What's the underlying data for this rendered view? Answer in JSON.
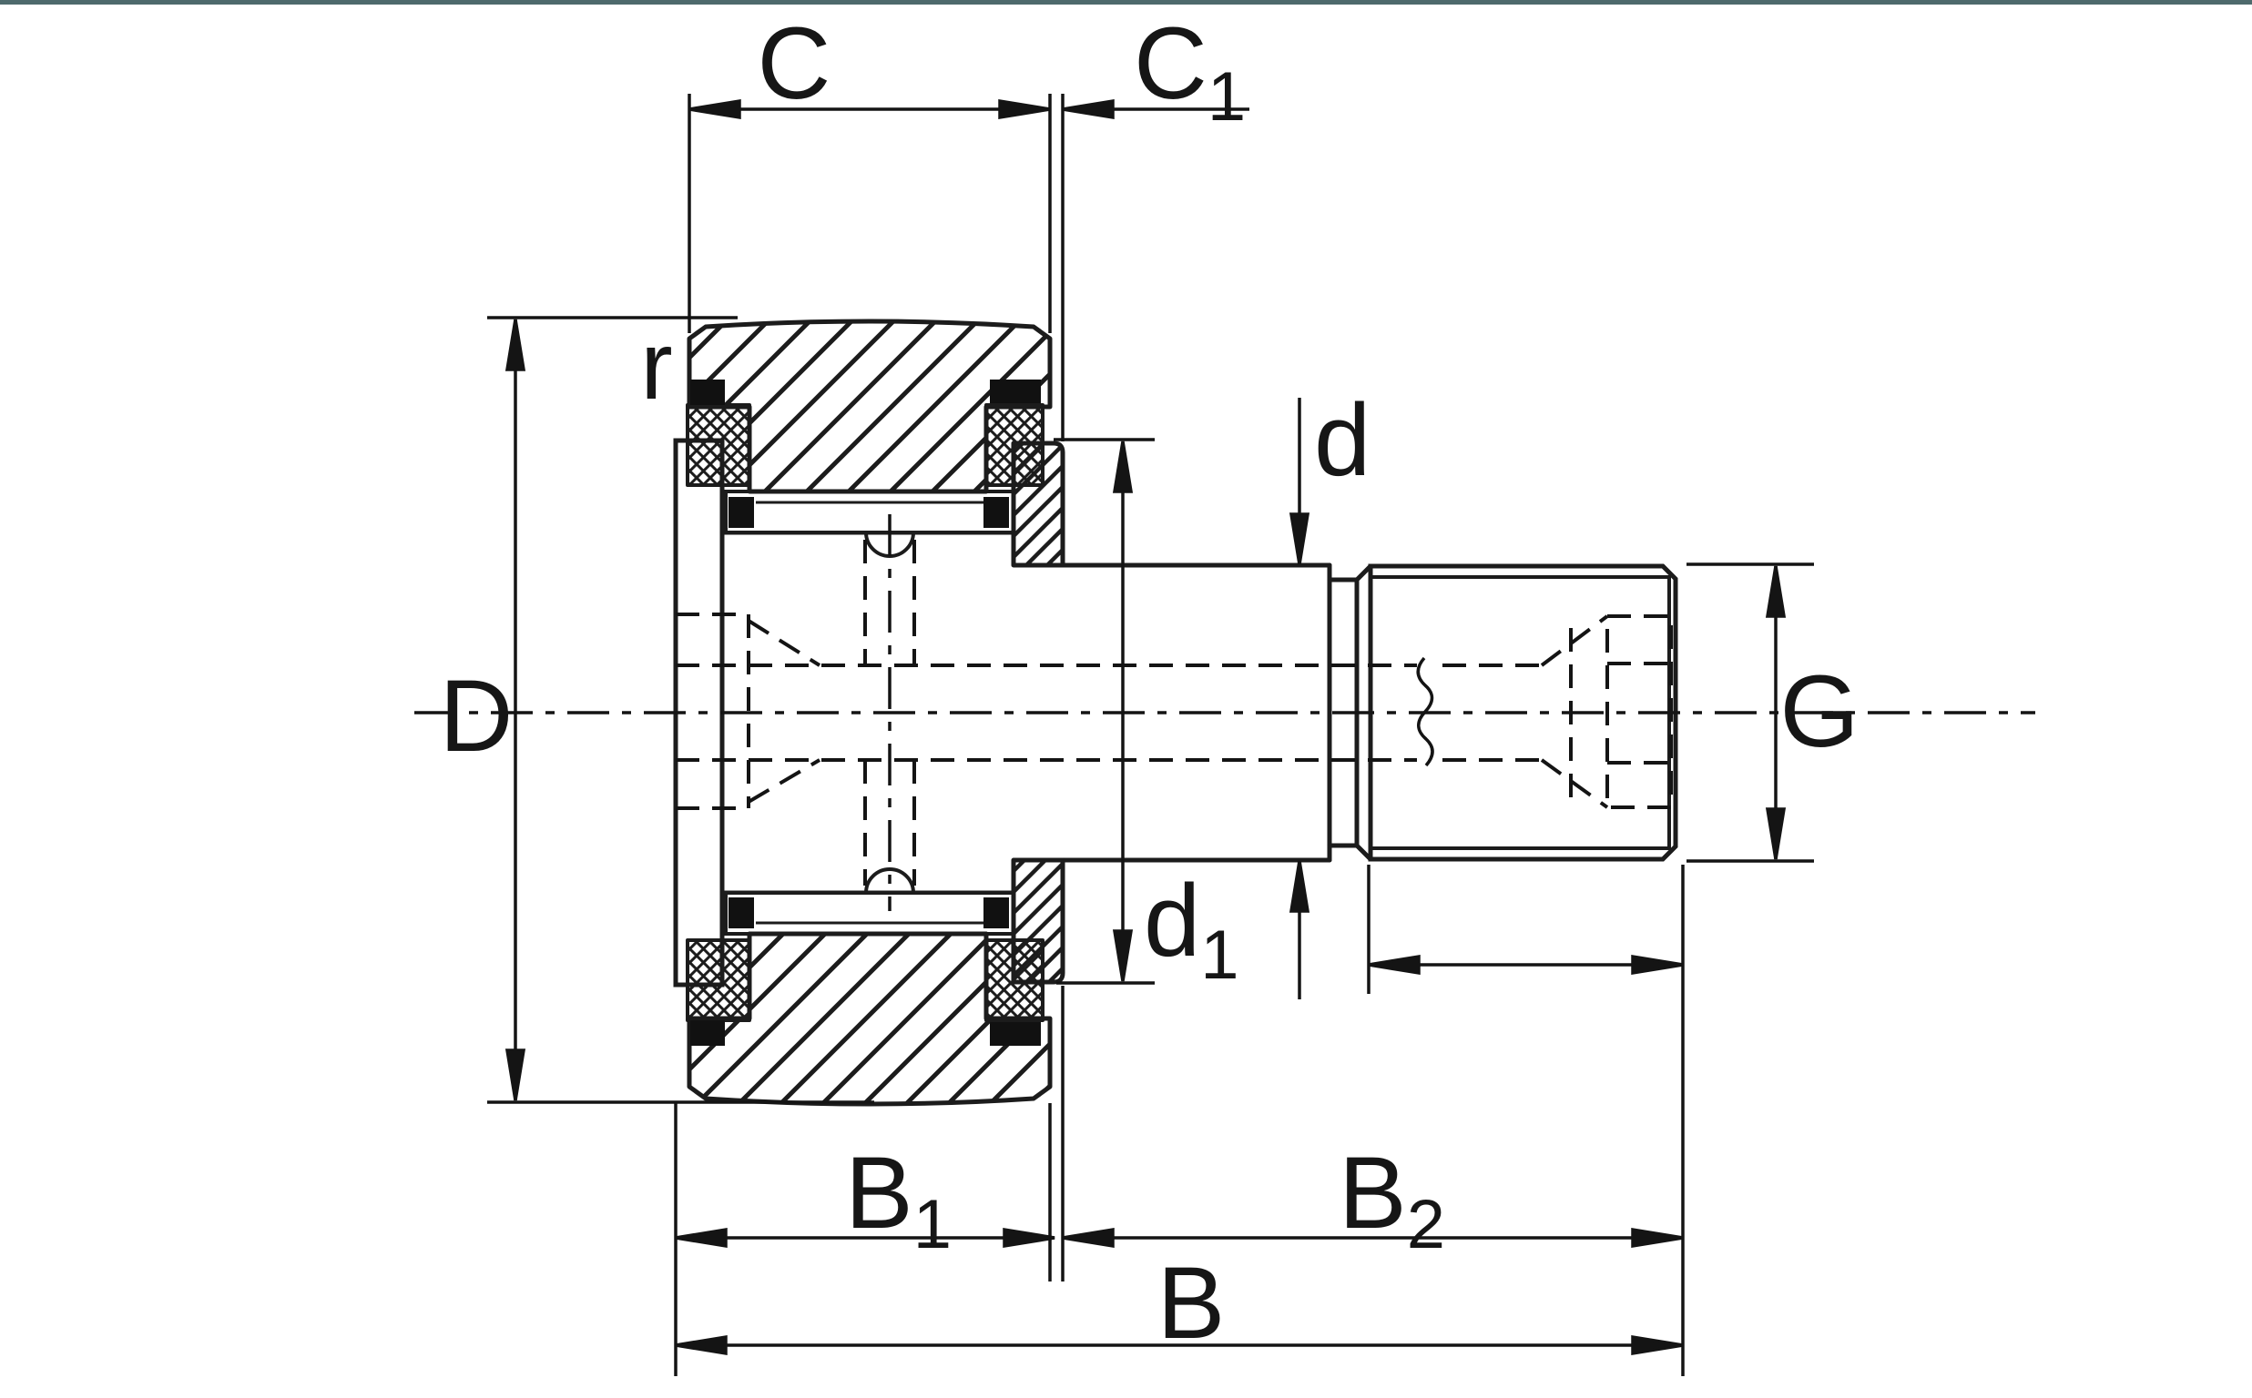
{
  "meta": {
    "description": "Technical cross-section drawing of a stud-type cam follower (track roller bearing) with dimension annotations",
    "colors": {
      "background": "#ffffff",
      "line": "#1c1c1c",
      "text": "#161616",
      "top_bar": "#4e6a6c"
    }
  },
  "dimensions": {
    "C": {
      "main": "C",
      "sub": ""
    },
    "C1": {
      "main": "C",
      "sub": "1"
    },
    "r": {
      "main": "r",
      "sub": ""
    },
    "D": {
      "main": "D",
      "sub": ""
    },
    "d": {
      "main": "d",
      "sub": ""
    },
    "d1": {
      "main": "d",
      "sub": "1"
    },
    "G": {
      "main": "G",
      "sub": ""
    },
    "B": {
      "main": "B",
      "sub": ""
    },
    "B1": {
      "main": "B",
      "sub": "1"
    },
    "B2": {
      "main": "B",
      "sub": "2"
    }
  }
}
